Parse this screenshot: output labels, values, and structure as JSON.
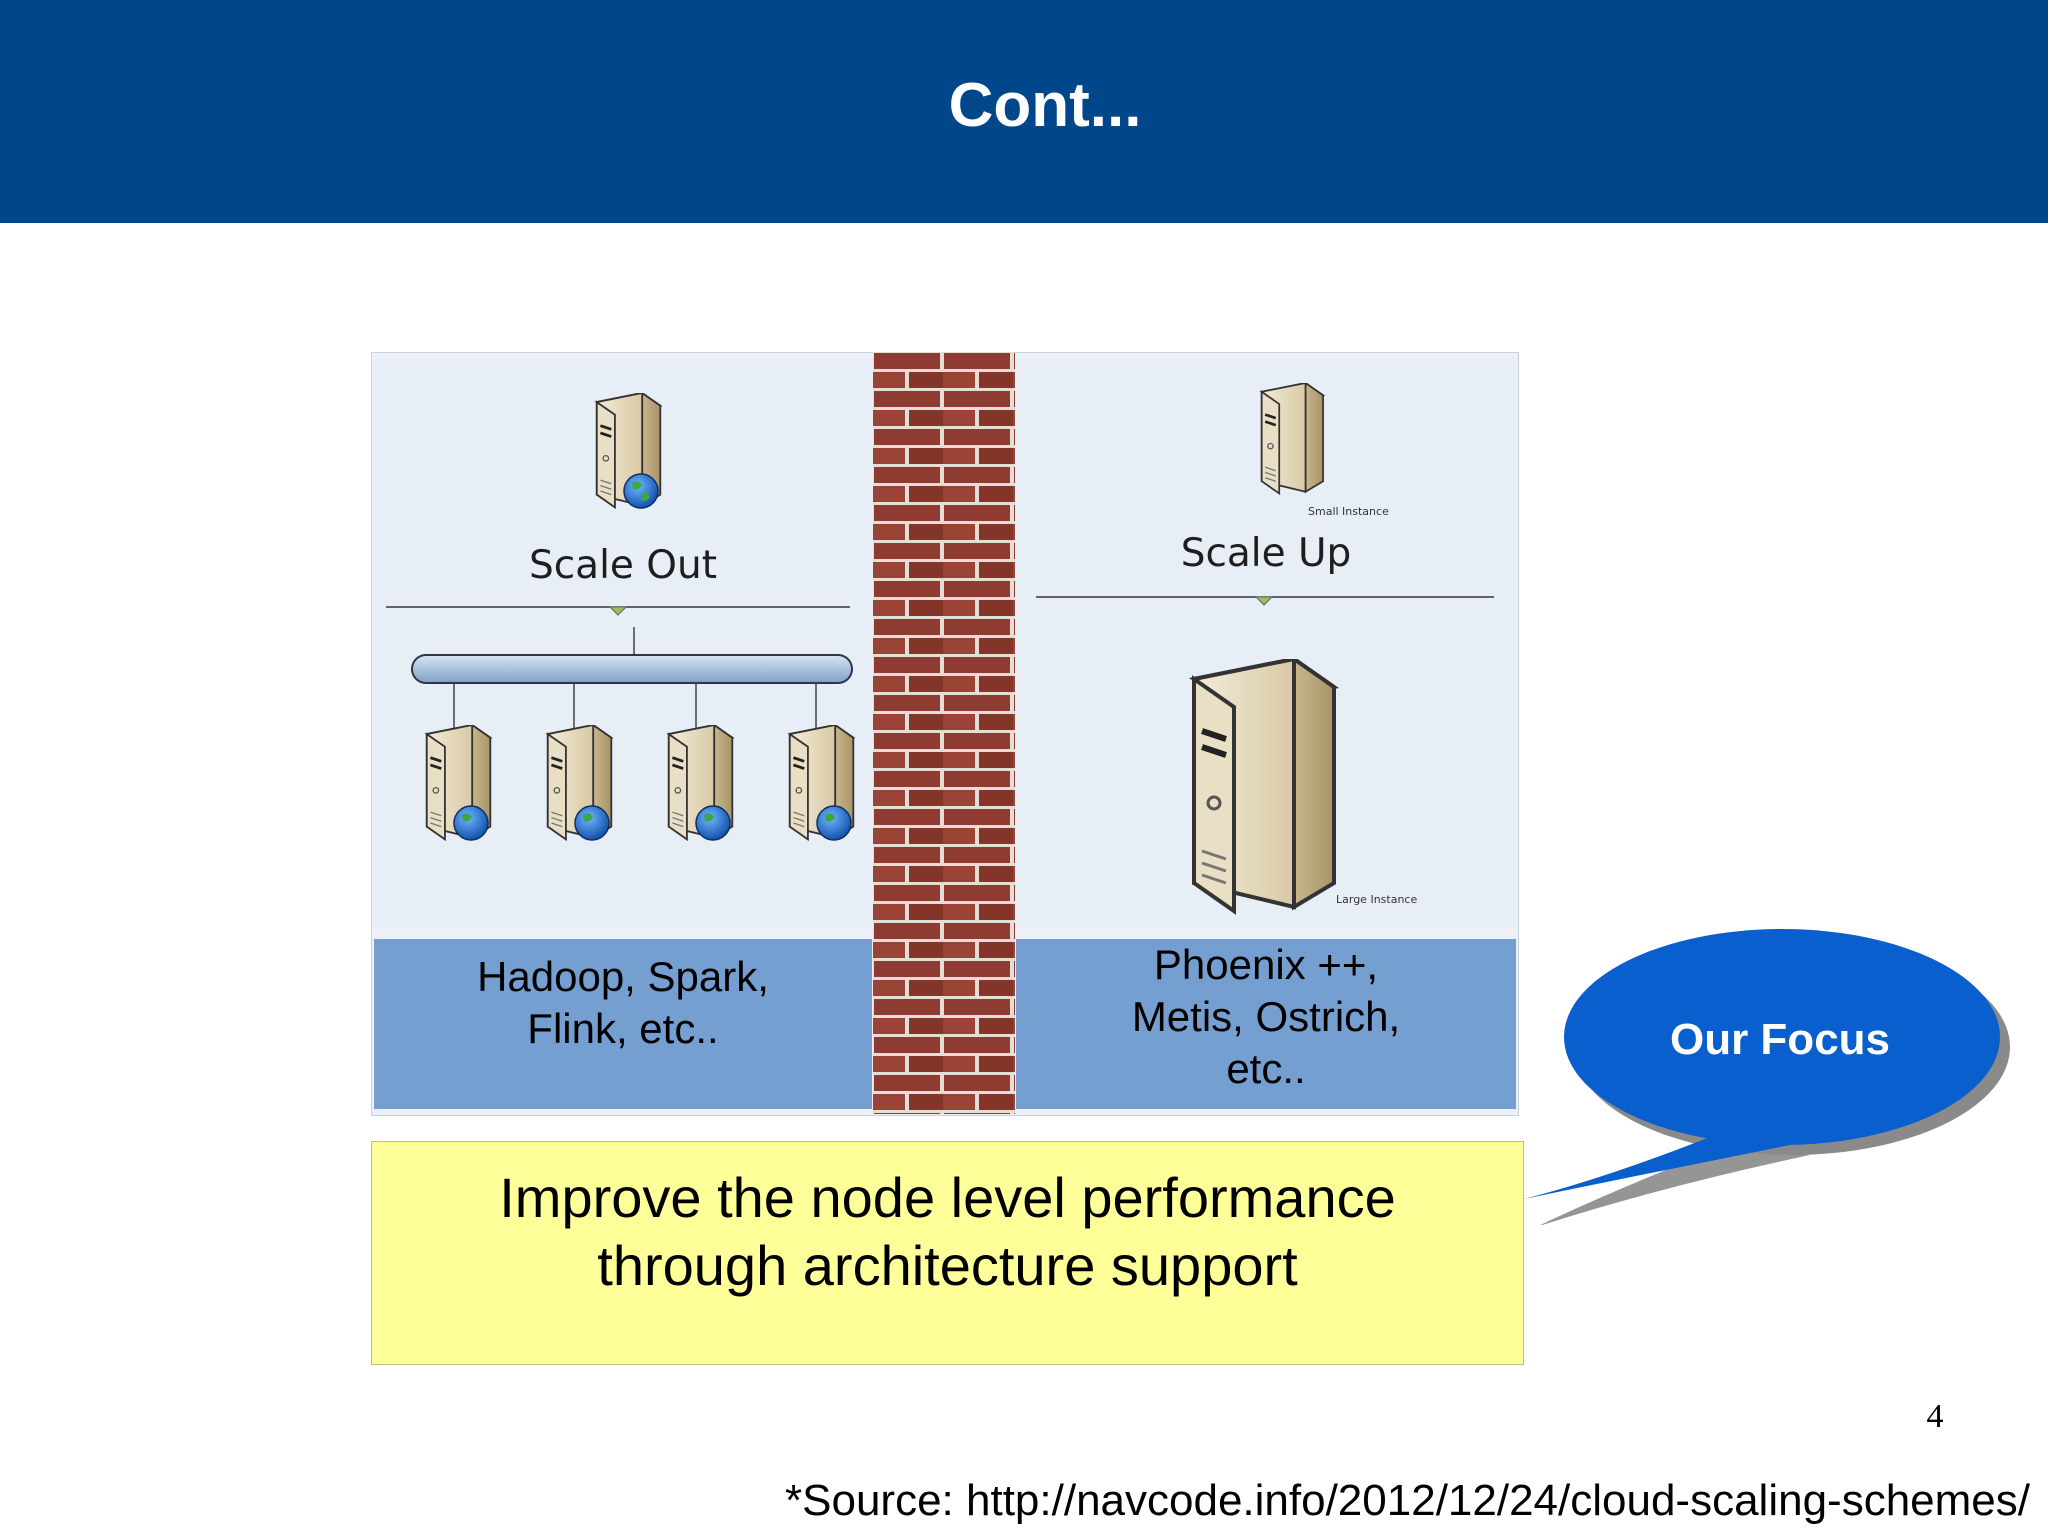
{
  "header": {
    "title": "Cont..."
  },
  "figure": {
    "scale_out": {
      "title": "Scale Out",
      "label": "Hadoop, Spark, Flink, etc.."
    },
    "scale_up": {
      "title": "Scale Up",
      "small_instance": "Small Instance",
      "large_instance": "Large Instance",
      "label": "Phoenix ++, Metis, Ostrich, etc.."
    }
  },
  "focus_box": {
    "text": "Improve the node level performance through architecture support"
  },
  "callout": {
    "text": "Our Focus",
    "color": "#0a5fce"
  },
  "page_number": "4",
  "source": "*Source: http://navcode.info/2012/12/24/cloud-scaling-schemes/",
  "colors": {
    "header": "#00468a",
    "label_band": "#759fd0",
    "focus_box": "#ffff99",
    "brick": "#8b3a30"
  }
}
